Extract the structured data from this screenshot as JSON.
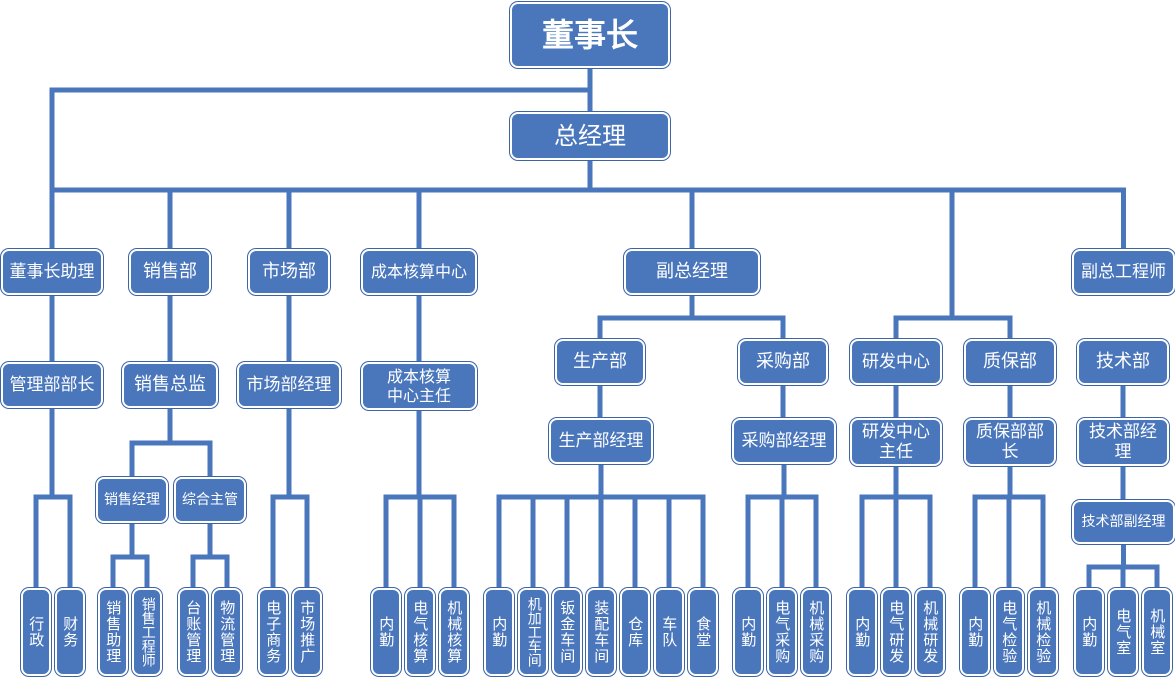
{
  "colors": {
    "box": "#4a76bc",
    "line": "#4a76bc",
    "text": "#ffffff"
  },
  "nodes": {
    "chairman": "董事长",
    "gm": "总经理",
    "chairman_assistant": "董事长助理",
    "admin_head": "管理部部长",
    "admin": "行政",
    "finance": "财务",
    "sales_dept": "销售部",
    "sales_director": "销售总监",
    "sales_manager": "销售经理",
    "general_supervisor": "综合主管",
    "sales_assistant": "销售助理",
    "sales_engineer": "销售工程师",
    "ledger_mgmt": "台账管理",
    "logistics_mgmt": "物流管理",
    "market_dept": "市场部",
    "market_manager": "市场部经理",
    "ecommerce": "电子商务",
    "market_promo": "市场推广",
    "cost_center": "成本核算中心",
    "cost_center_head": "成本核算中心主任",
    "cost_internal": "内勤",
    "cost_electrical": "电气核算",
    "cost_mechanical": "机械核算",
    "deputy_gm": "副总经理",
    "production_dept": "生产部",
    "production_manager": "生产部经理",
    "prod_internal": "内勤",
    "machining_workshop": "机加工车间",
    "sheet_metal_workshop": "钣金车间",
    "assembly_workshop": "装配车间",
    "warehouse": "仓库",
    "fleet": "车队",
    "canteen": "食堂",
    "purchasing_dept": "采购部",
    "purchasing_manager": "采购部经理",
    "purch_internal": "内勤",
    "electrical_purchasing": "电气采购",
    "mechanical_purchasing": "机械采购",
    "rnd_center": "研发中心",
    "rnd_head": "研发中心主任",
    "rnd_internal": "内勤",
    "electrical_rnd": "电气研发",
    "mechanical_rnd": "机械研发",
    "qa_dept": "质保部",
    "qa_head": "质保部部长",
    "qa_internal": "内勤",
    "electrical_inspection": "电气检验",
    "mechanical_inspection": "机械检验",
    "deputy_chief_engineer": "副总工程师",
    "tech_dept": "技术部",
    "tech_manager": "技术部经理",
    "tech_deputy_manager": "技术部副经理",
    "tech_internal": "内勤",
    "electrical_room": "电气室",
    "mechanical_room": "机械室"
  }
}
